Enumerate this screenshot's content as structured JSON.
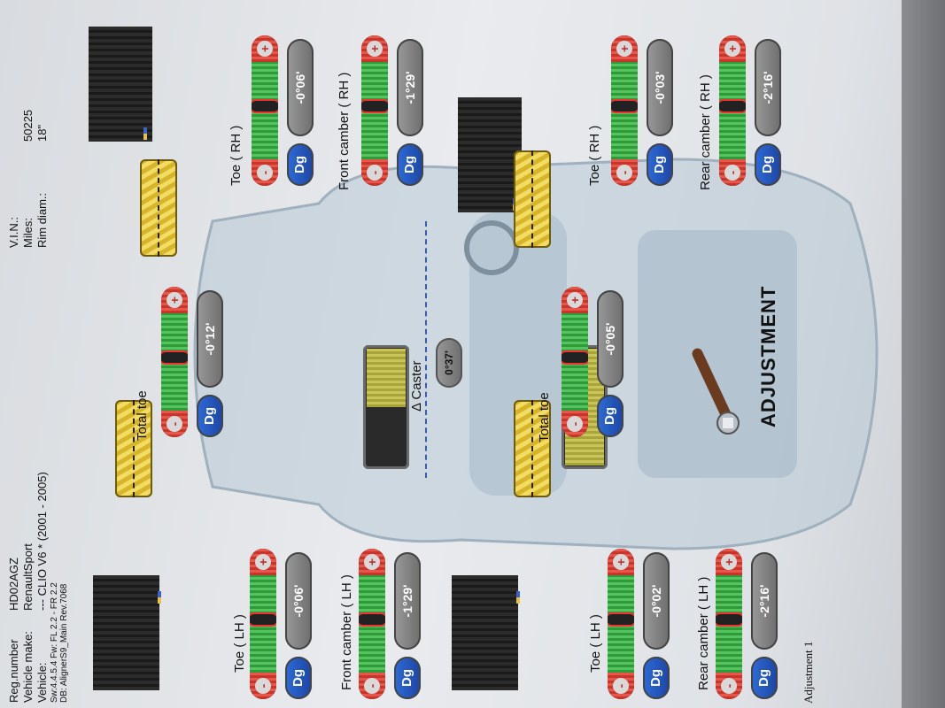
{
  "header": {
    "reg_label": "Reg.number",
    "reg_value": "HD02AGZ",
    "make_label": "Vehicle make:",
    "make_value": "RenaultSport",
    "vehicle_label": "Vehicle:",
    "vehicle_value": "--- CLIO V6 * (2001 - 2005)",
    "sw_line": "Sw:4.4.5.4  Fw: FL 2.2 - FR 2.2",
    "db_line": "DB: AlignerS9_Main Rev.7068",
    "vin_label": "V.I.N.:",
    "vin_value": "",
    "miles_label": "Miles:",
    "miles_value": "50225",
    "rim_label": "Rim diam.:",
    "rim_value": "18\""
  },
  "gauges": {
    "toe_lh_front": {
      "label": "Toe ( LH )",
      "value": "-0°06'"
    },
    "camber_lh_front": {
      "label": "Front camber ( LH )",
      "value": "-1°29'"
    },
    "toe_lh_rear": {
      "label": "Toe ( LH )",
      "value": "-0°02'"
    },
    "camber_lh_rear": {
      "label": "Rear camber ( LH )",
      "value": "-2°16'"
    },
    "total_toe_front": {
      "label": "Total toe",
      "value": "-0°12'"
    },
    "total_toe_rear": {
      "label": "Total toe",
      "value": "-0°05'"
    },
    "toe_rh_front": {
      "label": "Toe ( RH )",
      "value": "-0°06'"
    },
    "camber_rh_front": {
      "label": "Front camber ( RH )",
      "value": "-1°29'"
    },
    "toe_rh_rear": {
      "label": "Toe ( RH )",
      "value": "-0°03'"
    },
    "camber_rh_rear": {
      "label": "Rear camber ( RH )",
      "value": "-2°16'"
    }
  },
  "common": {
    "dg": "Dg",
    "minus": "-",
    "plus": "+"
  },
  "caster": {
    "label": "Δ Caster",
    "value": "0°37'"
  },
  "mode_title": "ADJUSTMENT",
  "footer": "Adjustment 1",
  "colors": {
    "red": "#e6564a",
    "green": "#55c45e",
    "dg_blue": "#2e6bd8",
    "value_grey": "#8a8a8a",
    "wheel_yellow": "#f2dc62"
  }
}
